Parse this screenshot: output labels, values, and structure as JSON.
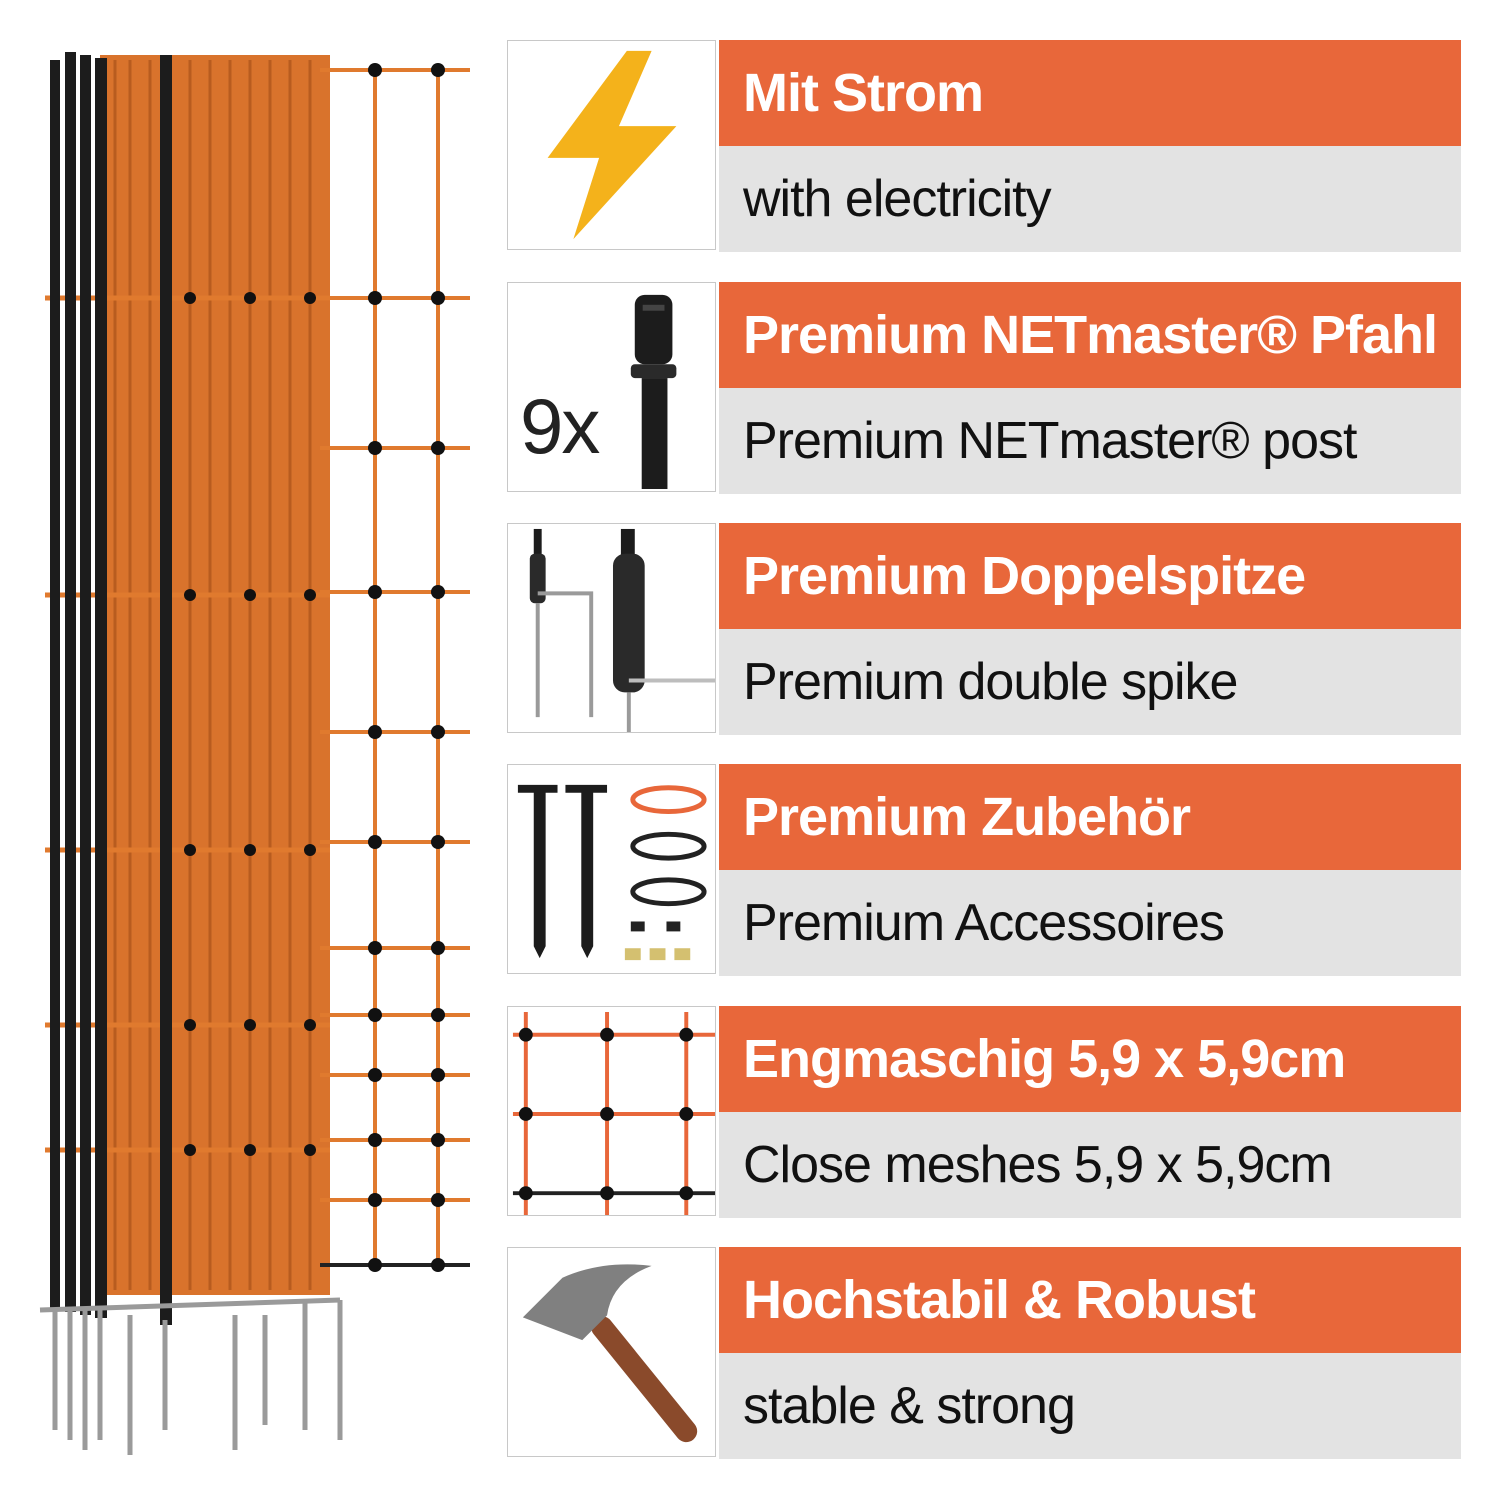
{
  "features": [
    {
      "de": "Mit Strom",
      "en": "with electricity",
      "icon": "lightning-icon"
    },
    {
      "de": "Premium NETmaster® Pfahl",
      "en": "Premium NETmaster® post",
      "icon": "post-icon",
      "count_label": "9x"
    },
    {
      "de": "Premium Doppelspitze",
      "en": "Premium double spike",
      "icon": "double-spike-icon"
    },
    {
      "de": "Premium Zubehör",
      "en": "Premium Accessoires",
      "icon": "accessories-icon"
    },
    {
      "de": "Engmaschig 5,9 x 5,9cm",
      "en": "Close meshes 5,9 x 5,9cm",
      "icon": "mesh-icon"
    },
    {
      "de": "Hochstabil & Robust",
      "en": "stable & strong",
      "icon": "hammer-icon"
    }
  ],
  "colors": {
    "accent": "#e8673a",
    "secondary_bg": "#e3e3e3",
    "net_orange": "#e07a2e",
    "lightning": "#f4b21b",
    "post_black": "#1c1c1c"
  }
}
